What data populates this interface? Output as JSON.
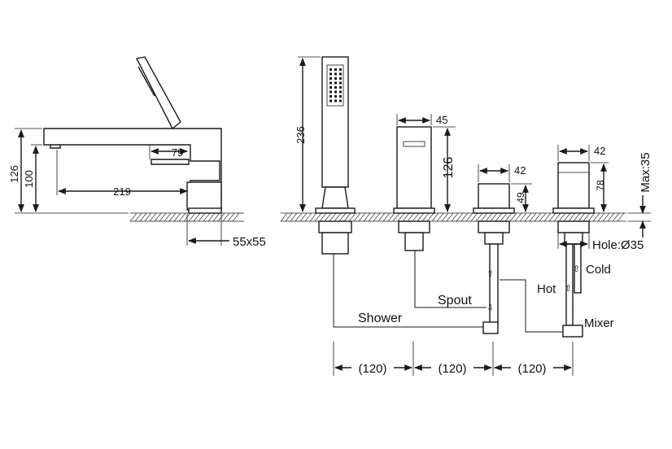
{
  "side_view": {
    "dim_height_total": "126",
    "dim_height_spout": "100",
    "dim_reach": "219",
    "dim_offset": "79",
    "dim_base": "55x55"
  },
  "front_view": {
    "dim_handshower_height": "236",
    "dim_spout_width": "45",
    "dim_spout_height": "126",
    "dim_valve_width": "42",
    "dim_valve_height": "49",
    "dim_mixer_width": "42",
    "dim_mixer_height": "78",
    "dim_max_deck": "Max:35",
    "hole": "Hole:Ø35",
    "spacing": [
      "(120)",
      "(120)",
      "(120)"
    ]
  },
  "labels": {
    "shower": "Shower",
    "spout": "Spout",
    "hot": "Hot",
    "cold": "Cold",
    "mixer": "Mixer"
  }
}
